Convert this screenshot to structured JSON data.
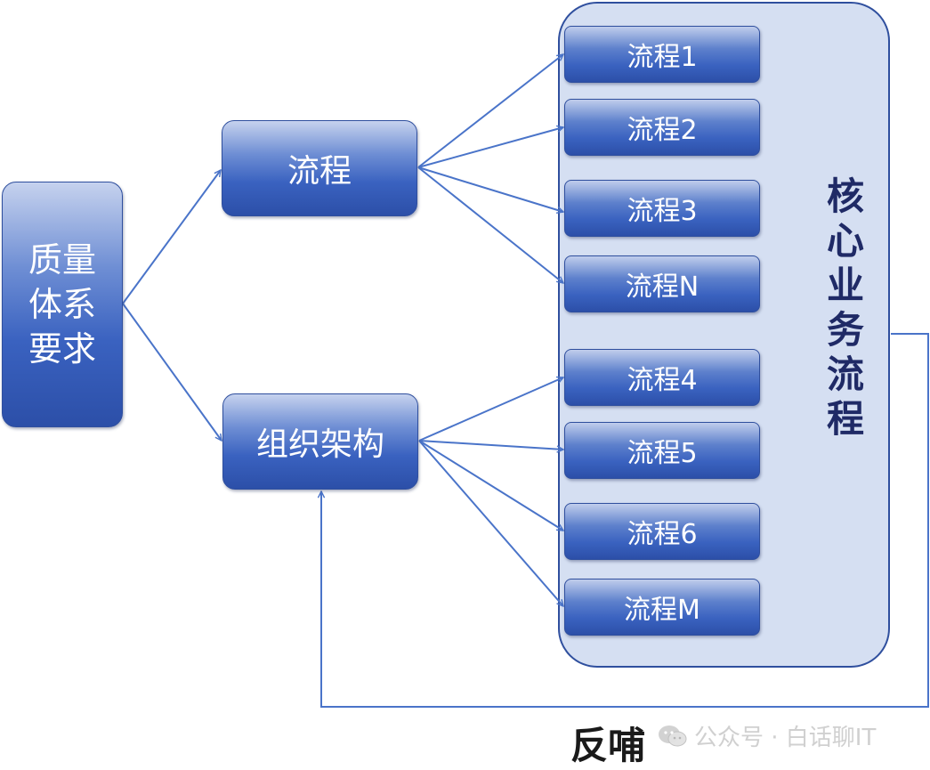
{
  "diagram": {
    "source": {
      "label": "质量体系要求"
    },
    "middle": [
      {
        "id": "process",
        "label": "流程"
      },
      {
        "id": "org",
        "label": "组织架构"
      }
    ],
    "core_group": {
      "label": "核心业务流程",
      "processes_from_process": [
        "流程1",
        "流程2",
        "流程3",
        "流程N"
      ],
      "processes_from_org": [
        "流程4",
        "流程5",
        "流程6",
        "流程M"
      ]
    },
    "feedback": {
      "label": "反哺"
    }
  },
  "watermark": {
    "text": "公众号 · 白话聊IT",
    "icon": "wechat-icon"
  },
  "colors": {
    "box_dark": "#2c4fa8",
    "box_light": "#c6d2ee",
    "panel_fill": "#d5dff2",
    "line": "#4a74c9",
    "core_text": "#1f2a66"
  }
}
